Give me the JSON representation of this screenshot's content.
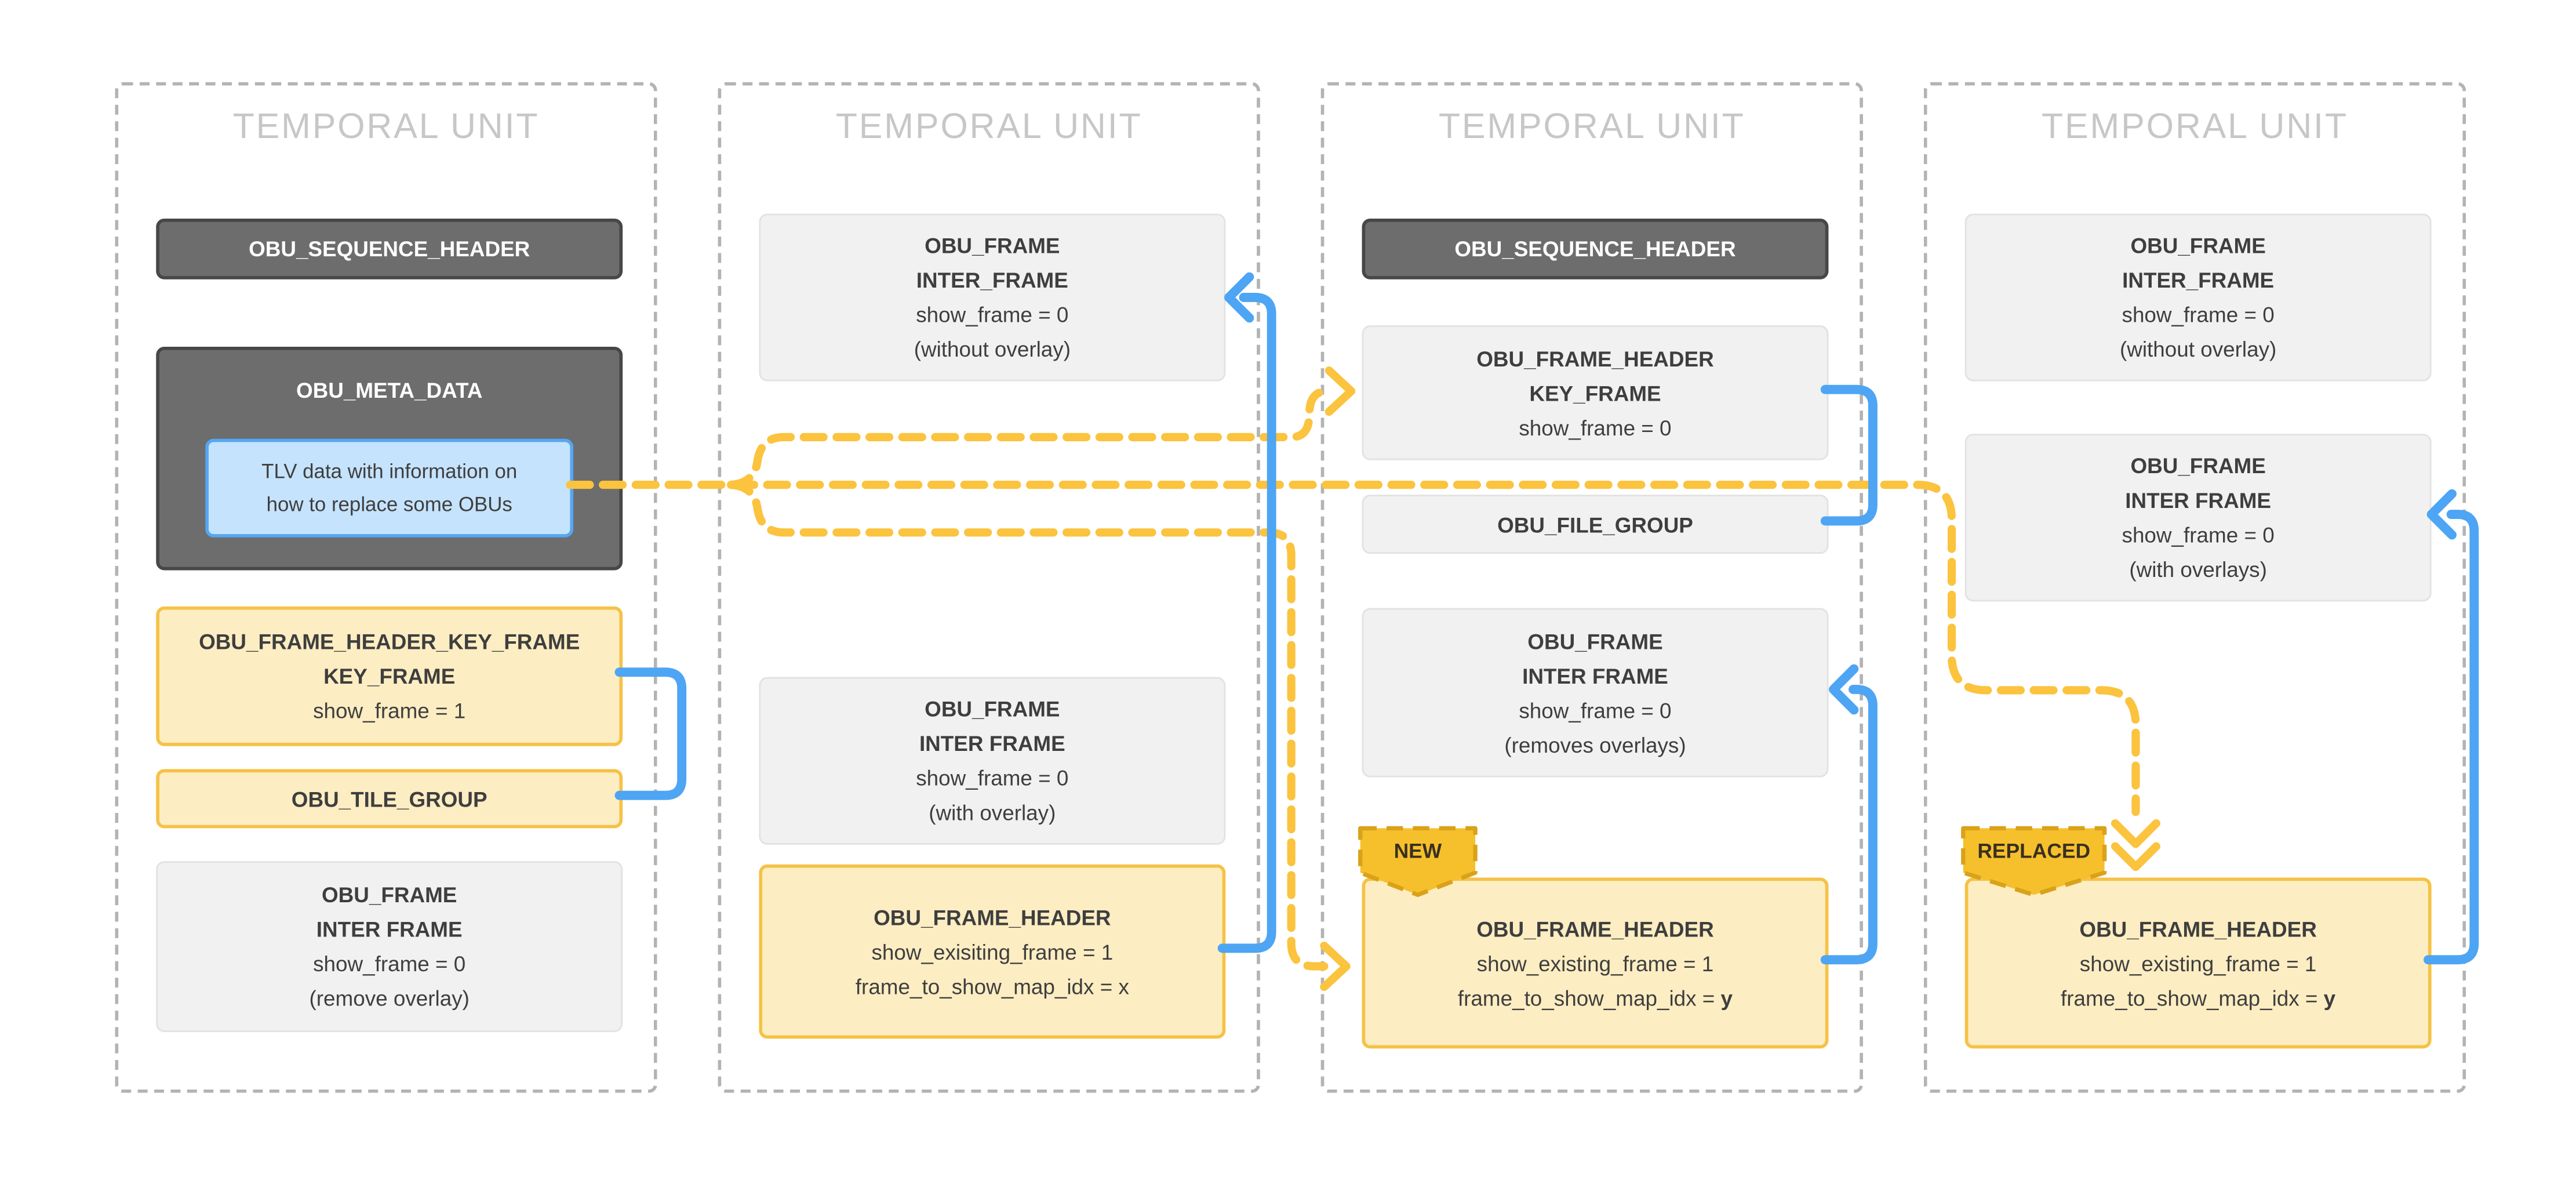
{
  "columns": [
    {
      "title": "TEMPORAL UNIT",
      "boxes": [
        {
          "lines": [
            "OBU_SEQUENCE_HEADER"
          ]
        },
        {
          "lines": [
            "OBU_META_DATA"
          ],
          "tlv": [
            "TLV data with information on",
            "how to replace some OBUs"
          ]
        },
        {
          "lines": [
            "OBU_FRAME_HEADER_KEY_FRAME",
            "KEY_FRAME",
            "show_frame = 1"
          ]
        },
        {
          "lines": [
            "OBU_TILE_GROUP"
          ]
        },
        {
          "lines": [
            "OBU_FRAME",
            "INTER FRAME",
            "show_frame = 0",
            "(remove overlay)"
          ]
        }
      ]
    },
    {
      "title": "TEMPORAL UNIT",
      "boxes": [
        {
          "lines": [
            "OBU_FRAME",
            "INTER_FRAME",
            "show_frame = 0",
            "(without overlay)"
          ]
        },
        {
          "lines": [
            "OBU_FRAME",
            "INTER FRAME",
            "show_frame = 0",
            "(with overlay)"
          ]
        },
        {
          "lines": [
            "OBU_FRAME_HEADER",
            "show_exisiting_frame = 1",
            "frame_to_show_map_idx = x"
          ]
        }
      ]
    },
    {
      "title": "TEMPORAL UNIT",
      "boxes": [
        {
          "lines": [
            "OBU_SEQUENCE_HEADER"
          ]
        },
        {
          "lines": [
            "OBU_FRAME_HEADER",
            "KEY_FRAME",
            "show_frame = 0"
          ]
        },
        {
          "lines": [
            "OBU_FILE_GROUP"
          ]
        },
        {
          "lines": [
            "OBU_FRAME",
            "INTER FRAME",
            "show_frame = 0",
            "(removes overlays)"
          ]
        },
        {
          "lines": [
            "OBU_FRAME_HEADER",
            "show_existing_frame = 1"
          ],
          "split": {
            "pre": "frame_to_show_map_idx = ",
            "em": "y"
          },
          "badge": "NEW"
        }
      ]
    },
    {
      "title": "TEMPORAL UNIT",
      "boxes": [
        {
          "lines": [
            "OBU_FRAME",
            "INTER_FRAME",
            "show_frame = 0",
            "(without overlay)"
          ]
        },
        {
          "lines": [
            "OBU_FRAME",
            "INTER FRAME",
            "show_frame = 0",
            "(with overlays)"
          ]
        },
        {
          "lines": [
            "OBU_FRAME_HEADER",
            "show_existing_frame = 1"
          ],
          "split": {
            "pre": "frame_to_show_map_idx = ",
            "em": "y"
          },
          "badge": "REPLACED"
        }
      ]
    }
  ],
  "colors": {
    "connector_blue": "#4da5f4",
    "connector_yellow": "#fbc33e",
    "yellow_box_bg": "#fdedc2",
    "yellow_box_border": "#f6c246",
    "gray_box_bg": "#f1f1f1",
    "dark_box_bg": "#6d6d6d",
    "tlv_bg": "#c5e3fc",
    "tlv_border": "#54a7f2",
    "badge_bg": "#f6c02c",
    "badge_border": "#d9a21a",
    "column_border": "#b3b3b3",
    "title_gray": "#c7c7c7"
  }
}
